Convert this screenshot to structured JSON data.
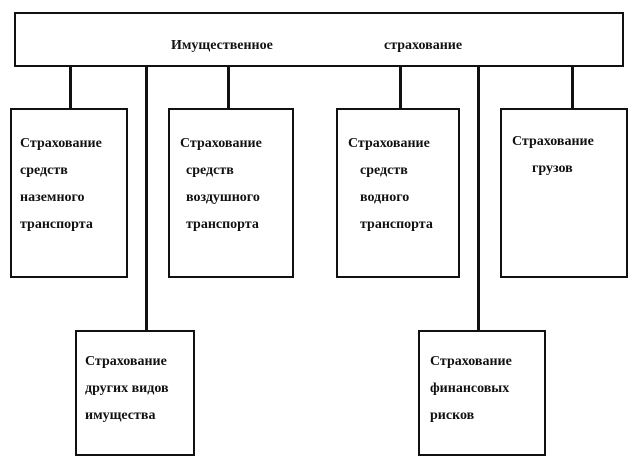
{
  "root": {
    "title_part1": "Имущественное",
    "title_part2": "страхование"
  },
  "children": [
    {
      "lines": [
        "Страхование",
        "средств",
        "наземного",
        "транспорта"
      ]
    },
    {
      "lines": [
        "Страхование",
        "средств",
        "воздушного",
        "транспорта"
      ]
    },
    {
      "lines": [
        "Страхование",
        "средств",
        "водного",
        "транспорта"
      ]
    },
    {
      "lines": [
        "Страхование",
        "грузов"
      ]
    },
    {
      "lines": [
        "Страхование",
        "других видов",
        "имущества"
      ]
    },
    {
      "lines": [
        "Страхование",
        "финансовых",
        "рисков"
      ]
    }
  ]
}
